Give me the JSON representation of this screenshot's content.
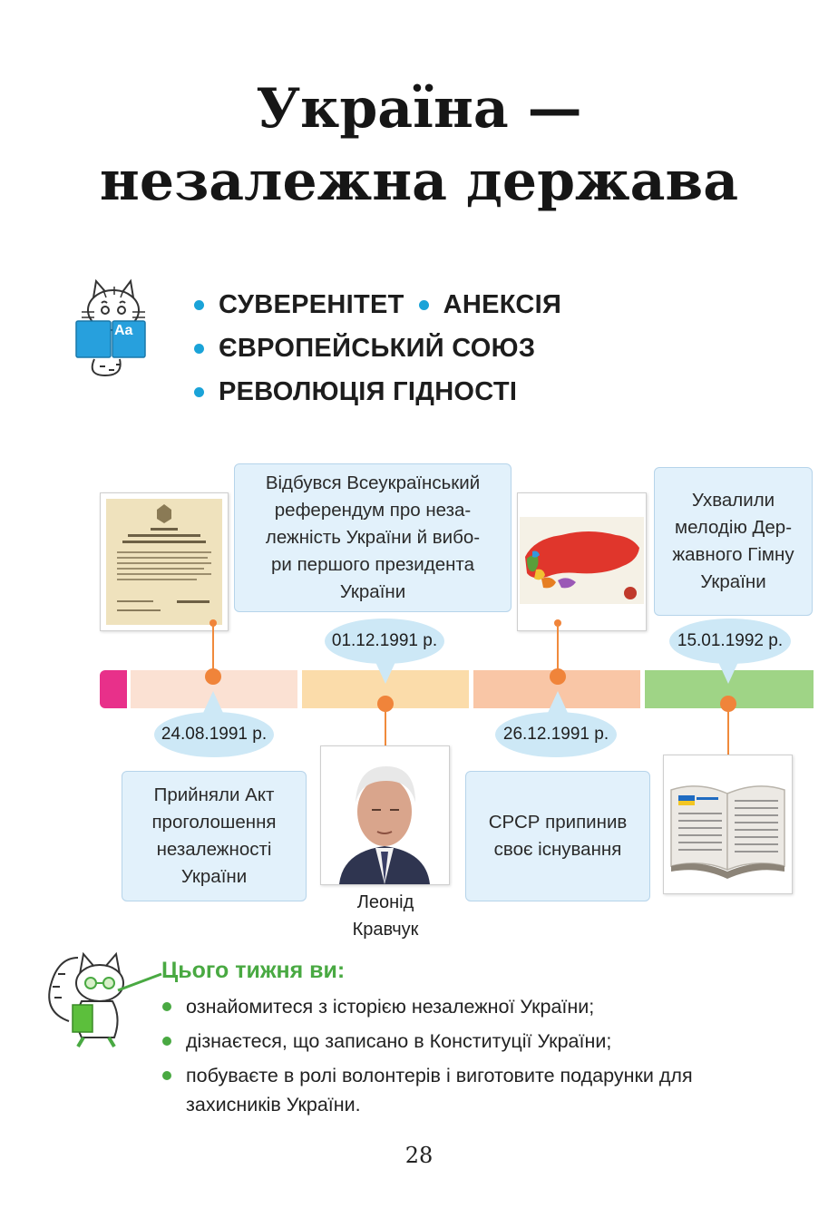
{
  "page": {
    "title_line1": "Україна —",
    "title_line2": "незалежна держава",
    "page_number": "28"
  },
  "keywords": {
    "line1_a": "СУВЕРЕНІТЕТ",
    "line1_b": "АНЕКСІЯ",
    "line2": "ЄВРОПЕЙСЬКИЙ СОЮЗ",
    "line3": "РЕВОЛЮЦІЯ ГІДНОСТІ",
    "icon": "cat-reading-book-icon",
    "book_label": "Aa"
  },
  "timeline": {
    "events": [
      {
        "date": "24.08.1991 р.",
        "text": [
          "Прийняли Акт",
          "проголошення",
          "незалежності",
          "України"
        ],
        "image": "independence-act-document"
      },
      {
        "date": "01.12.1991 р.",
        "text": [
          "Відбувся Всеукраїнський",
          "референдум про неза-",
          "лежність України й вибо-",
          "ри першого президента",
          "України"
        ],
        "image": "kravchuk-portrait",
        "image_caption": [
          "Леонід",
          "Кравчук"
        ]
      },
      {
        "date": "26.12.1991 р.",
        "text": [
          "СРСР припинив",
          "своє існування"
        ],
        "image": "ussr-map"
      },
      {
        "date": "15.01.1992 р.",
        "text": [
          "Ухвалили",
          "мелодію Дер-",
          "жавного Гімну",
          "України"
        ],
        "image": "anthem-book"
      }
    ],
    "colors": {
      "pink": "#e8308a",
      "peach": "#fbe1d3",
      "yellow": "#fbdcaa",
      "salmon": "#f9c6a6",
      "green": "#9fd486",
      "node": "#f0843a"
    }
  },
  "this_week": {
    "heading": "Цього тижня ви:",
    "icon": "cat-pointer-icon",
    "items": [
      "ознайомитеся з історією незалежної України;",
      "дізнаєтеся, що записано в Конституції України;",
      "побуваєте в ролі волонтерів і виготовите подарунки для захисників України."
    ]
  }
}
